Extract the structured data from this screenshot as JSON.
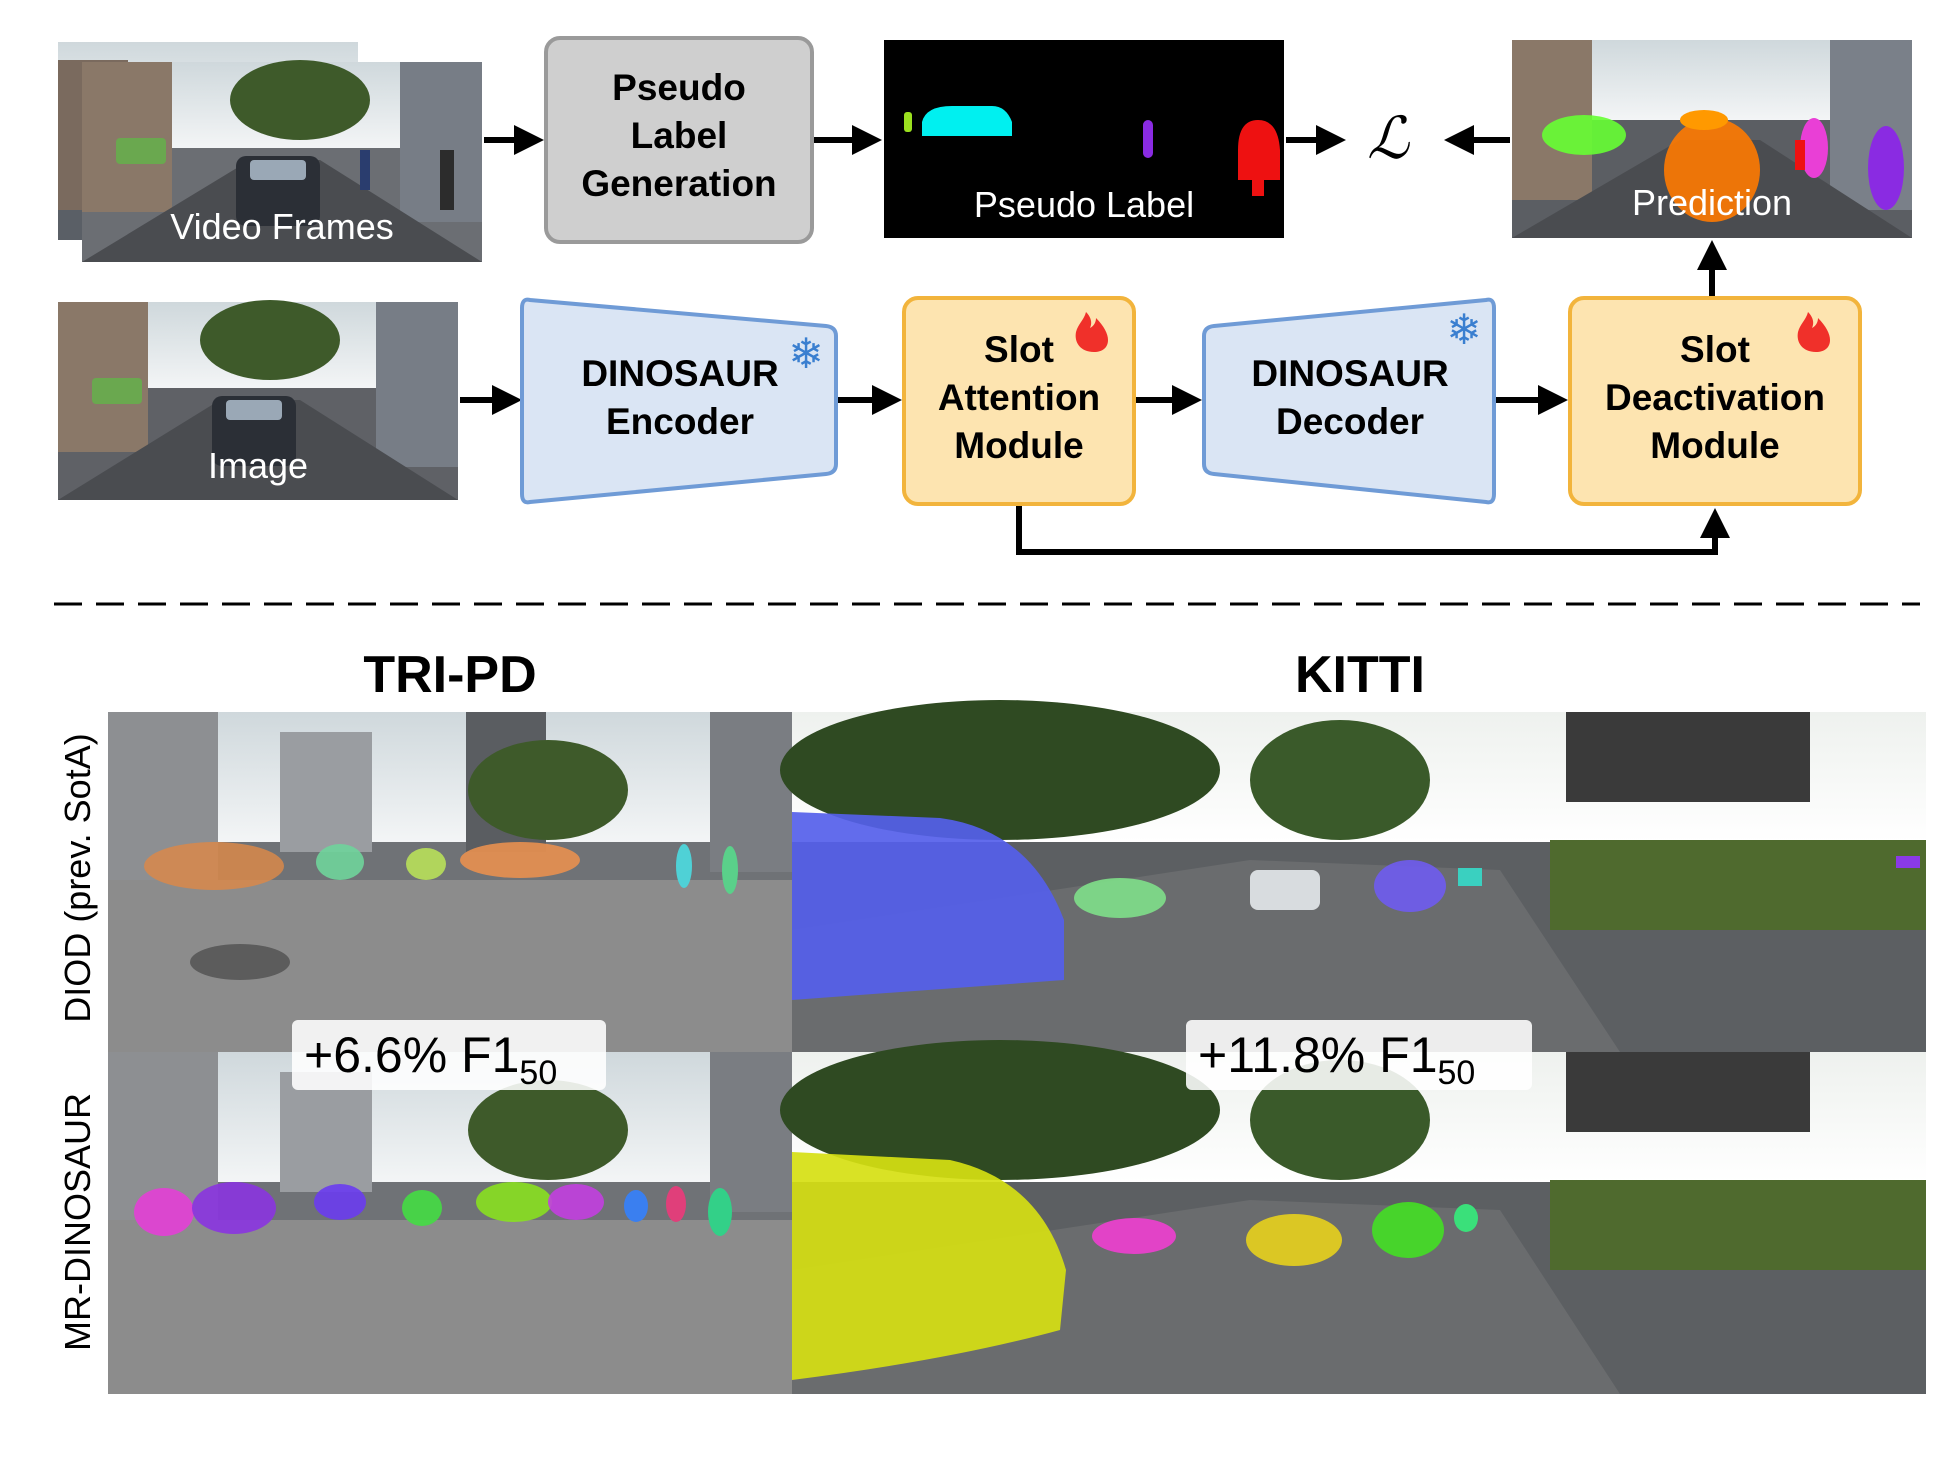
{
  "pipeline": {
    "video_frames": "Video Frames",
    "pseudo_label_gen": [
      "Pseudo",
      "Label",
      "Generation"
    ],
    "pseudo_label": "Pseudo Label",
    "loss": "ℒ",
    "prediction": "Prediction",
    "image": "Image",
    "encoder": [
      "DINOSAUR",
      "Encoder"
    ],
    "slot_attention": [
      "Slot",
      "Attention",
      "Module"
    ],
    "decoder": [
      "DINOSAUR",
      "Decoder"
    ],
    "slot_deactivation": [
      "Slot",
      "Deactivation",
      "Module"
    ]
  },
  "results": {
    "tri_pd": "TRI-PD",
    "kitti": "KITTI",
    "row_top": "DIOD (prev. SotA)",
    "row_bottom": "MR-DINOSAUR",
    "tri_gain_main": "+6.6% F1",
    "tri_gain_sub": "50",
    "kitti_gain_main": "+11.8% F1",
    "kitti_gain_sub": "50"
  },
  "colors": {
    "blue_fill": "#dae5f4",
    "blue_stroke": "#6f9bd6",
    "orange_fill": "#fde4b0",
    "orange_stroke": "#f2b43c",
    "gray_fill": "#cfcfcf",
    "gray_stroke": "#9a9a9a",
    "fire": "#f0302a",
    "snow": "#3a7fd0"
  },
  "icons": [
    "snowflake-icon",
    "fire-icon"
  ]
}
